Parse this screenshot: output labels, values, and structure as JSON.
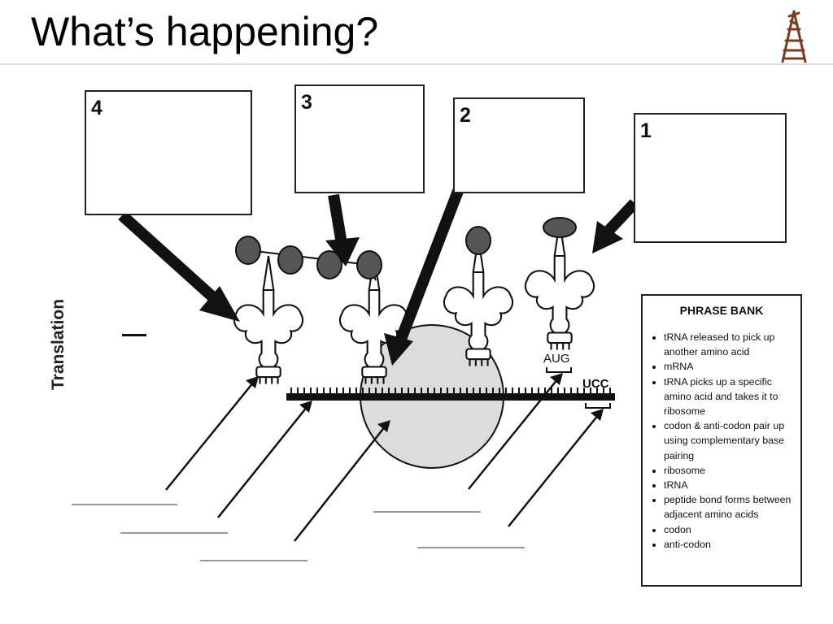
{
  "slide": {
    "title": "What’s happening?",
    "side_label": "Translation"
  },
  "diagram": {
    "boxes": [
      {
        "number": "4"
      },
      {
        "number": "3"
      },
      {
        "number": "2"
      },
      {
        "number": "1"
      }
    ],
    "codon_labels": {
      "aug": "AUG",
      "ucc": "UCC"
    }
  },
  "phrase_bank": {
    "title": "PHRASE BANK",
    "items": [
      "tRNA released to pick up another amino acid",
      "mRNA",
      "tRNA picks up a specific amino acid and takes it to ribosome",
      "codon & anti-codon pair up using complementary base pairing",
      "ribosome",
      "tRNA",
      "peptide bond forms between adjacent amino acids",
      "codon",
      "anti-codon"
    ]
  },
  "colors": {
    "ink": "#111111",
    "ribosome_fill": "#dcdcdc",
    "amino_acid_fill": "#555555",
    "answer_line": "#9a9a9a",
    "logo": "#7a3b22"
  }
}
